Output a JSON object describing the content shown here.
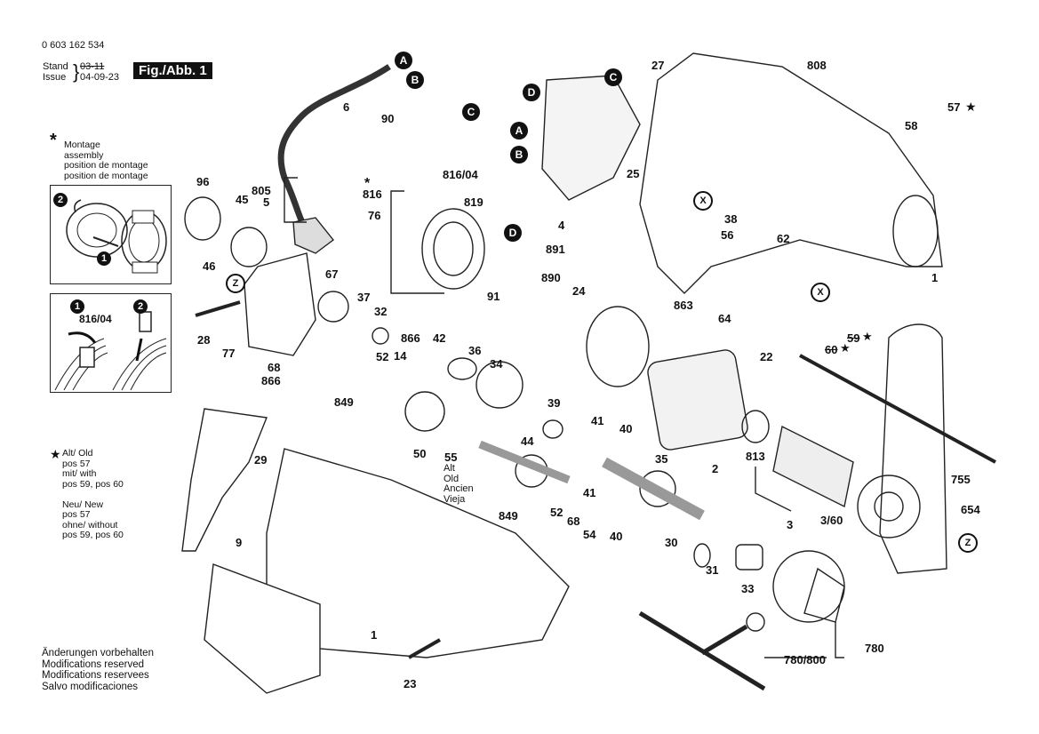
{
  "header": {
    "part_number": "0 603 162 534",
    "stand_label": "Stand",
    "stand_value": "03-11",
    "issue_label": "Issue",
    "issue_value": "04-09-23",
    "figure_label": "Fig./Abb. 1"
  },
  "legend": {
    "assembly_symbol": "*",
    "assembly_text": "Montage\nassembly\nposition de montage\nposition de montage",
    "star_symbol": "★",
    "old_new_text": "Alt/ Old\npos 57\nmit/ with\npos 59, pos 60\n\nNeu/ New\npos 57\nohne/ without\npos 59, pos 60"
  },
  "insets": {
    "top": {
      "step1": "1",
      "step2": "2"
    },
    "bottom": {
      "step1": "1",
      "step2": "2",
      "part": "816/04"
    }
  },
  "alt_note": "Alt\nOld\nAncien\nVieja",
  "footer": "Änderungen vorbehalten\nModifications reserved\nModifications reservees\nSalvo modificaciones",
  "connectors": {
    "A": "A",
    "B": "B",
    "C": "C",
    "D": "D",
    "X": "X",
    "Z": "Z"
  },
  "parts": {
    "p6": "6",
    "p90": "90",
    "p816_04": "816/04",
    "p816": "816",
    "p819": "819",
    "p4": "4",
    "p96": "96",
    "p45": "45",
    "p805": "805",
    "p5": "5",
    "p76": "76",
    "p46": "46",
    "p67": "67",
    "p37": "37",
    "p32": "32",
    "p28": "28",
    "p77": "77",
    "p866a": "866",
    "p68a": "68",
    "p866b": "866",
    "p14": "14",
    "p52a": "52",
    "p849a": "849",
    "p42": "42",
    "p36": "36",
    "p34": "34",
    "p39": "39",
    "p44": "44",
    "p50": "50",
    "p55": "55",
    "p849b": "849",
    "p52b": "52",
    "p68b": "68",
    "p54": "54",
    "p41a": "41",
    "p41b": "41",
    "p40a": "40",
    "p40b": "40",
    "p35": "35",
    "p30": "30",
    "p31": "31",
    "p33": "33",
    "p891": "891",
    "p890": "890",
    "p91": "91",
    "p24": "24",
    "p27": "27",
    "p808": "808",
    "p25": "25",
    "p58": "58",
    "p57": "57",
    "p38": "38",
    "p56": "56",
    "p62": "62",
    "p1a": "1",
    "p863": "863",
    "p64": "64",
    "p22": "22",
    "p59": "59",
    "p60": "60",
    "p2": "2",
    "p813": "813",
    "p3": "3",
    "p3_60": "3/60",
    "p755": "755",
    "p654": "654",
    "p29": "29",
    "p9": "9",
    "p1b": "1",
    "p23": "23",
    "p780": "780",
    "p780_800": "780/800"
  }
}
